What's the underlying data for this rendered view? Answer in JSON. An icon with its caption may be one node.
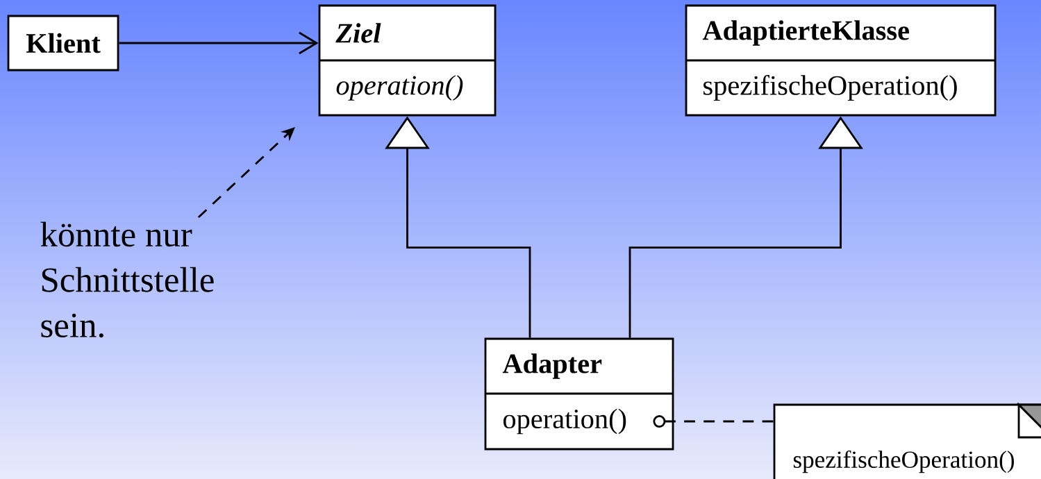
{
  "diagram": {
    "nodes": [
      {
        "text": [
          "Klient"
        ]
      },
      {
        "text": [
          "Ziel",
          "operation()"
        ]
      },
      {
        "text": [
          "AdaptierteKlasse",
          "spezifischeOperation()"
        ]
      },
      {
        "text": [
          "Adapter",
          "operation()"
        ]
      },
      {
        "text": [
          "spezifischeOperation()"
        ]
      },
      {
        "text": [
          "könnte nur Schnittstelle sein."
        ]
      }
    ],
    "edges": [
      {
        "from": 0,
        "to": 1,
        "arrow": "to"
      },
      {
        "from": 3,
        "to": 1,
        "arrow": "to"
      },
      {
        "from": 3,
        "to": 2,
        "arrow": "to"
      },
      {
        "from": 3,
        "to": 4,
        "arrow": "other",
        "style": "dashed"
      },
      {
        "from": 5,
        "to": null,
        "arrow": "to",
        "style": "dashed"
      }
    ]
  }
}
